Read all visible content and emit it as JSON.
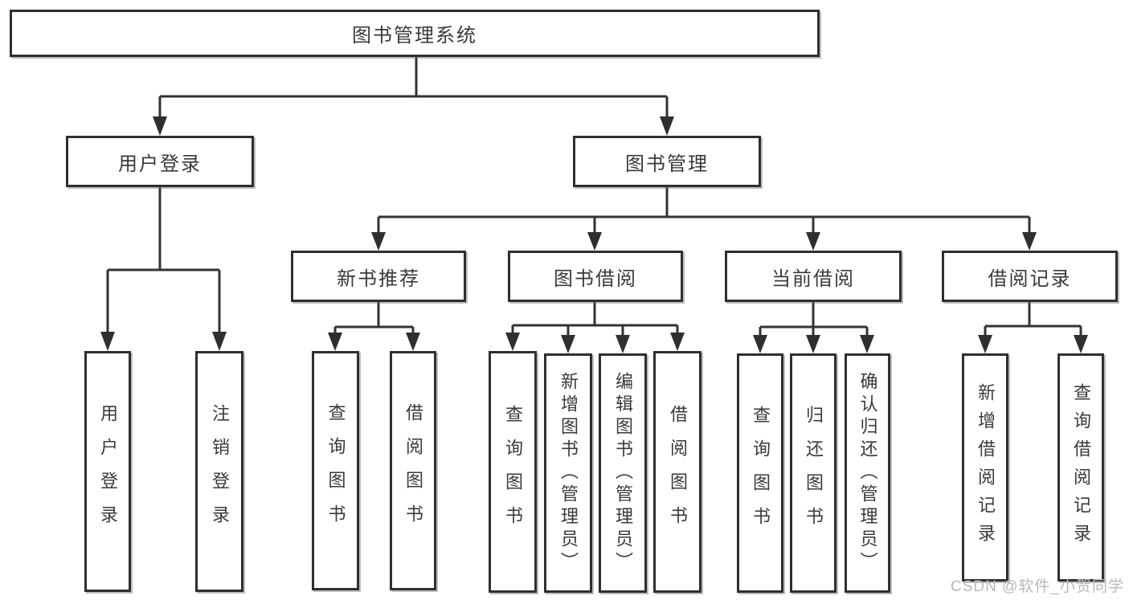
{
  "diagram": {
    "type": "hierarchy-tree",
    "colors": {
      "box_border": "#2f2f2f",
      "connector_line": "#333333",
      "text": "#3a3a3a",
      "background": "#ffffff",
      "watermark": "#b9b9b9"
    },
    "tree": {
      "label": "图书管理系统",
      "children": [
        {
          "label": "用户登录",
          "children": [
            {
              "label": "用户登录"
            },
            {
              "label": "注销登录"
            }
          ]
        },
        {
          "label": "图书管理",
          "children": [
            {
              "label": "新书推荐",
              "children": [
                {
                  "label": "查询图书"
                },
                {
                  "label": "借阅图书"
                }
              ]
            },
            {
              "label": "图书借阅",
              "children": [
                {
                  "label": "查询图书"
                },
                {
                  "label": "新增图书（管理员）"
                },
                {
                  "label": "编辑图书（管理员）"
                },
                {
                  "label": "借阅图书"
                }
              ]
            },
            {
              "label": "当前借阅",
              "children": [
                {
                  "label": "查询图书"
                },
                {
                  "label": "归还图书"
                },
                {
                  "label": "确认归还（管理员）"
                }
              ]
            },
            {
              "label": "借阅记录",
              "children": [
                {
                  "label": "新增借阅记录"
                },
                {
                  "label": "查询借阅记录"
                }
              ]
            }
          ]
        }
      ]
    }
  },
  "watermark": {
    "text": "CSDN @软件_小贺同学"
  }
}
